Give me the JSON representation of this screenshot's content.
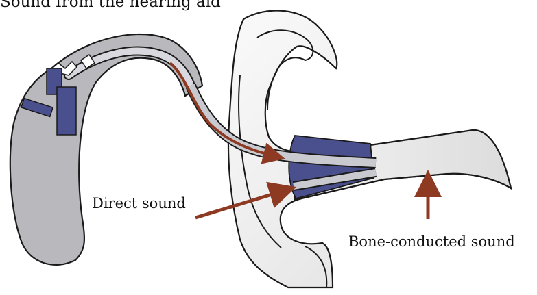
{
  "labels": {
    "top": "Sound from the hearing aid",
    "direct": "Direct sound",
    "bone": "Bone-conducted sound"
  },
  "colors": {
    "device_gray": "#b9b9bd",
    "component_blue": "#4a4f8e",
    "arrow_brown": "#8e3a22",
    "ear_fill": "#f0f0f0",
    "outline": "#1a1a1a",
    "tube_light": "#d8d8de"
  },
  "icons": {
    "device": "behind-the-ear-hearing-aid",
    "ear": "ear-cross-section",
    "arrows": "sound-path-arrow"
  }
}
